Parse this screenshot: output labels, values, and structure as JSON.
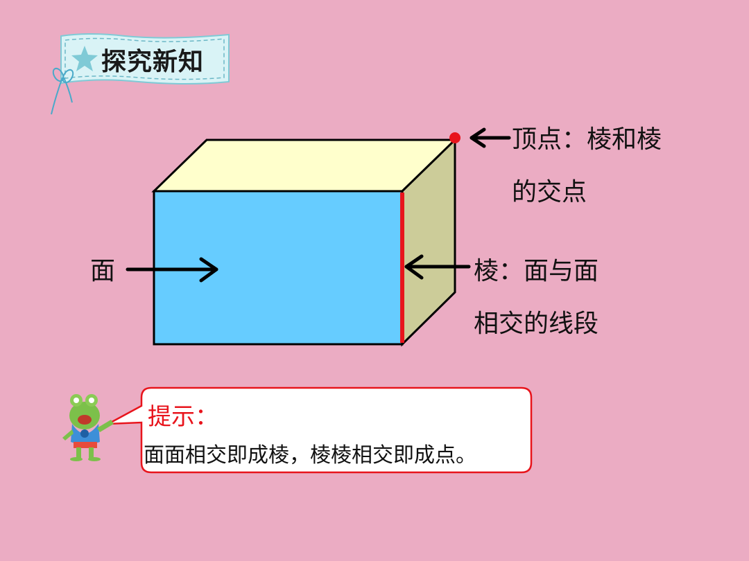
{
  "title": "探究新知",
  "labels": {
    "face": "面",
    "vertex_line1": "顶点：棱和棱",
    "vertex_line2": "的交点",
    "edge_line1": "棱：面与面",
    "edge_line2": "相交的线段"
  },
  "hint": {
    "title": "提示：",
    "text": "面面相交即成棱，棱棱相交即成点。"
  },
  "colors": {
    "background": "#EBACC3",
    "front_face": "#66CCFF",
    "top_face": "#FFFFCC",
    "side_face": "#CCCC99",
    "highlight_edge": "#E8141C",
    "vertex_dot": "#E8141C",
    "hint_border": "#E8141C"
  },
  "icons": [
    "star-icon",
    "ribbon-icon",
    "frog-mascot",
    "arrow-icon"
  ]
}
